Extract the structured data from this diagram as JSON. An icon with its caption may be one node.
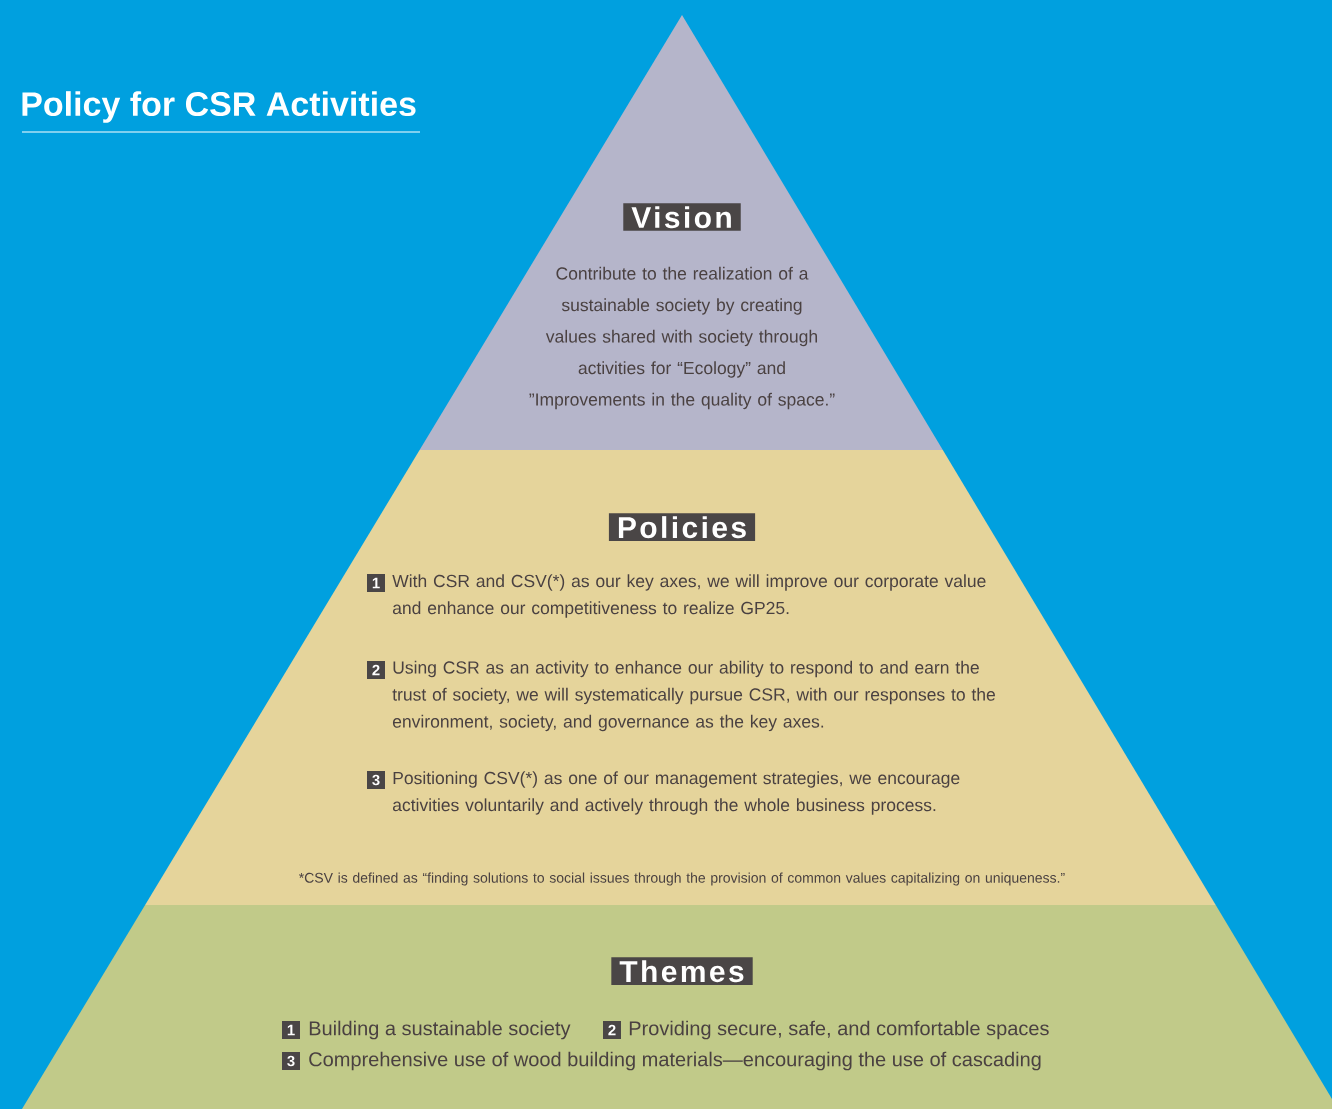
{
  "diagram": {
    "title": "Policy for CSR Activities",
    "nodes": [
      {
        "text": [
          "Vision",
          "Contribute to the realization of a sustainable society by creating values shared with society through activities for “Ecology” and ”Improvements in the quality of space.”"
        ]
      },
      {
        "text": [
          "Policies",
          "1",
          "With CSR and CSV(*) as our key axes, we will improve our corporate value and enhance our competitiveness to realize GP25.",
          "2",
          "Using CSR as an activity to enhance our ability to respond to and earn the trust of society, we will systematically pursue CSR, with our responses to the environment, society, and governance as the key axes.",
          "3",
          "Positioning CSV(*) as one of our management strategies, we encourage activities voluntarily and actively through the whole business process.",
          "*CSV is defined as “finding solutions to social issues through the provision of common values capitalizing on uniqueness.”"
        ]
      },
      {
        "text": [
          "Themes",
          "1",
          "Building a sustainable society",
          "2",
          "Providing secure, safe, and comfortable spaces",
          "3",
          "Comprehensive use of wood building materials—encouraging the use of cascading"
        ]
      }
    ]
  }
}
